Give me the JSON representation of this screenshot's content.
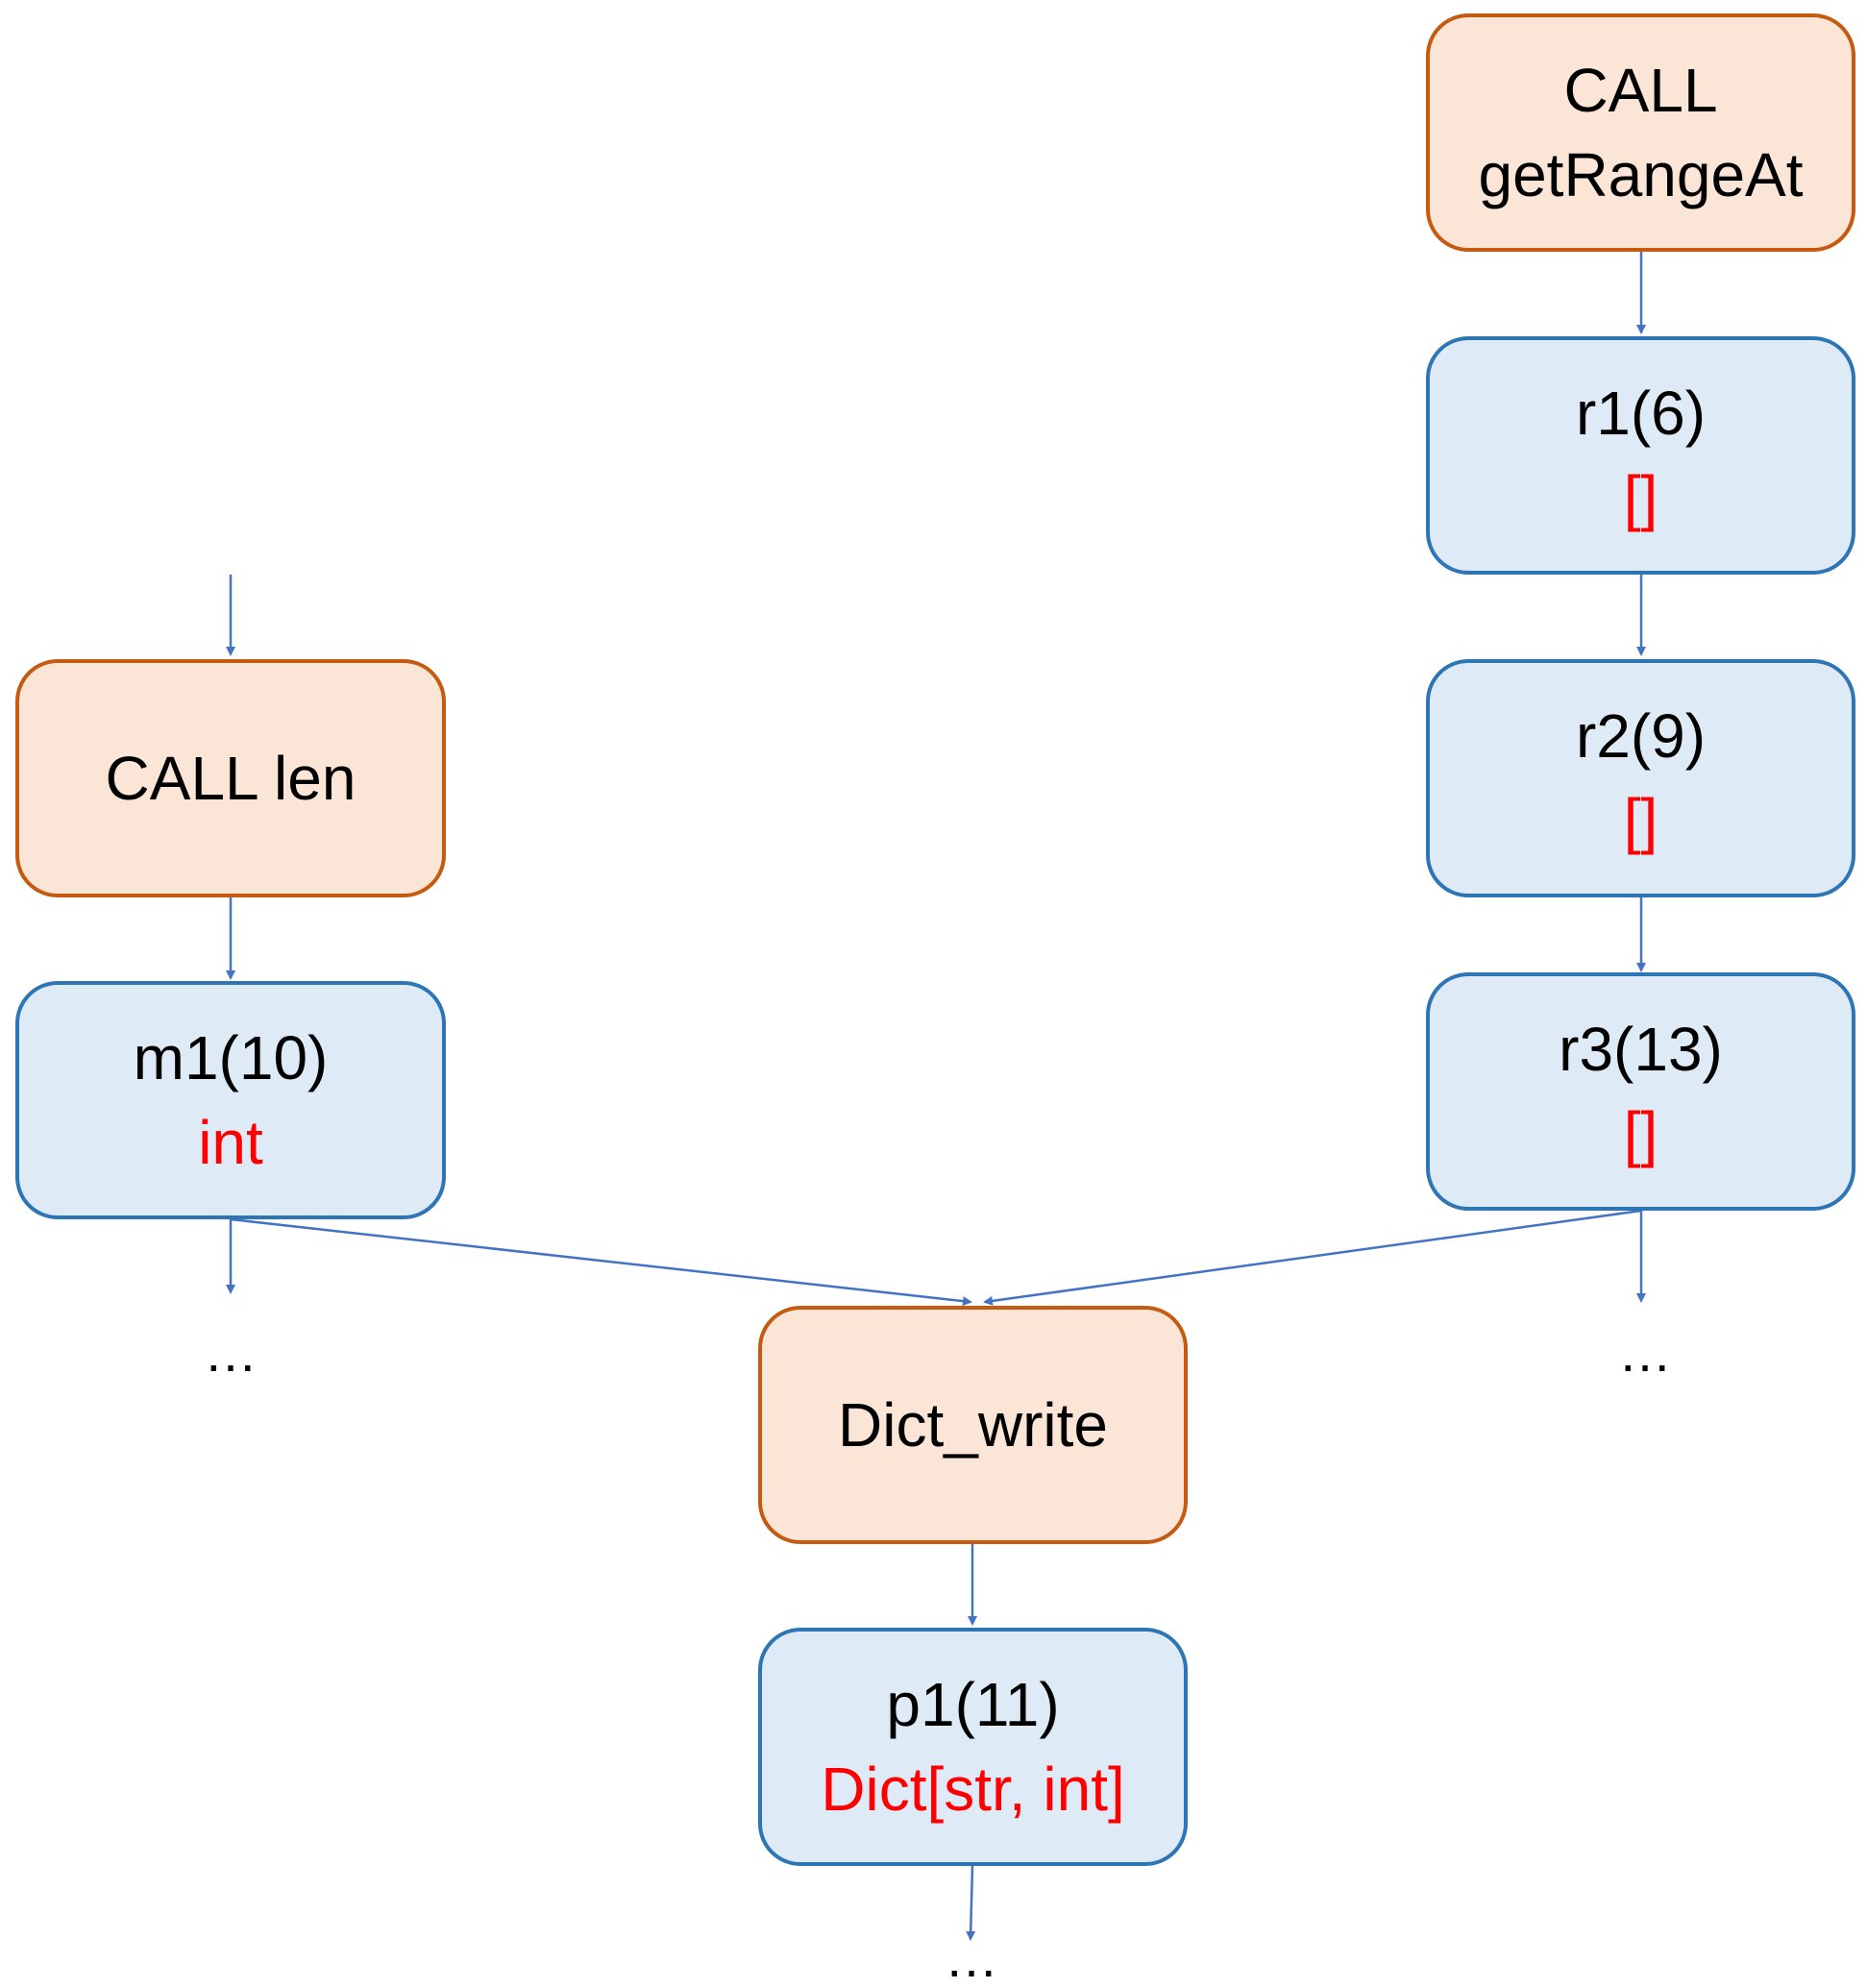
{
  "colors": {
    "call_fill": "#fbe5d6",
    "call_border": "#c55a11",
    "var_fill": "#deebf7",
    "var_border": "#2e75b6",
    "edge": "#4472c4",
    "type_text": "#ff0000"
  },
  "nodes": {
    "call_getrangeat": {
      "line1": "CALL",
      "line2": "getRangeAt"
    },
    "r1": {
      "label": "r1(6)",
      "type": "[]"
    },
    "r2": {
      "label": "r2(9)",
      "type": "[]"
    },
    "r3": {
      "label": "r3(13)",
      "type": "[]"
    },
    "call_len": {
      "label": "CALL len"
    },
    "m1": {
      "label": "m1(10)",
      "type": "int"
    },
    "dict_write": {
      "label": "Dict_write"
    },
    "p1": {
      "label": "p1(11)",
      "type": "Dict[str, int]"
    }
  },
  "continuations": {
    "left": "…",
    "right": "…",
    "bottom": "…"
  }
}
